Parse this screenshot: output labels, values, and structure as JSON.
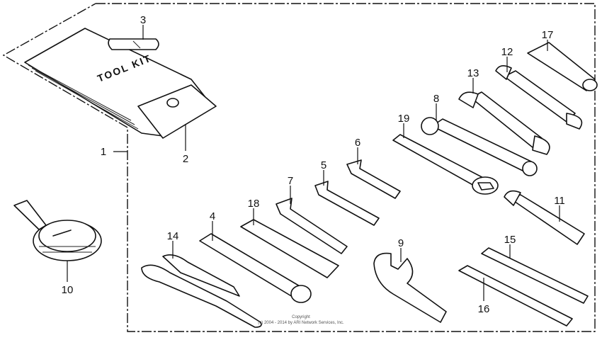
{
  "diagram": {
    "labels": [
      "1",
      "2",
      "3",
      "4",
      "5",
      "6",
      "7",
      "8",
      "9",
      "10",
      "11",
      "12",
      "13",
      "14",
      "15",
      "16",
      "17",
      "18",
      "19"
    ],
    "pouch_text": "TOOL KIT",
    "copyright_line1": "Copyright",
    "copyright_line2": "(c) 2004 - 2014 by ARI Network Services, Inc."
  }
}
